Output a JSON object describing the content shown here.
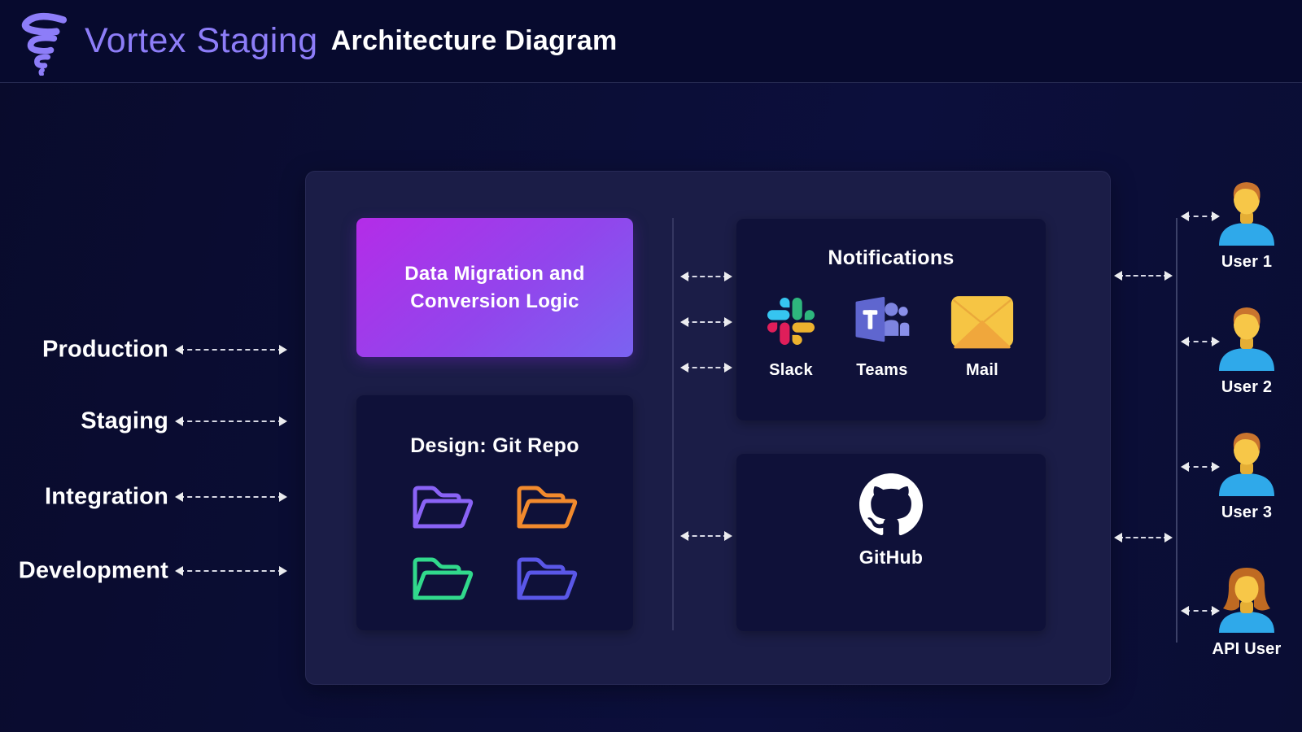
{
  "header": {
    "brand": "Vortex Staging",
    "title": "Architecture Diagram"
  },
  "environments": [
    {
      "label": "Production"
    },
    {
      "label": "Staging"
    },
    {
      "label": "Integration"
    },
    {
      "label": "Development"
    }
  ],
  "diagram": {
    "data_migration": {
      "label": "Data Migration and Conversion Logic"
    },
    "git_repo": {
      "title": "Design: Git Repo",
      "folders": [
        {
          "name": "folder-purple",
          "color": "#8a63f6"
        },
        {
          "name": "folder-orange",
          "color": "#f28a2d"
        },
        {
          "name": "folder-green",
          "color": "#31d98c"
        },
        {
          "name": "folder-indigo",
          "color": "#5a57e8"
        }
      ]
    },
    "notifications": {
      "title": "Notifications",
      "services": [
        {
          "label": "Slack"
        },
        {
          "label": "Teams"
        },
        {
          "label": "Mail"
        }
      ]
    },
    "github": {
      "label": "GitHub"
    }
  },
  "users": [
    {
      "label": "User 1"
    },
    {
      "label": "User 2"
    },
    {
      "label": "User 3"
    },
    {
      "label": "API User"
    }
  ],
  "colors": {
    "brand_purple": "#8d7df8",
    "migration_gradient_start": "#b42ce8",
    "migration_gradient_end": "#7a63f1",
    "slack_blue": "#36C5F0",
    "slack_green": "#2EB67D",
    "slack_yellow": "#ECB22E",
    "slack_red": "#E01E5A",
    "teams_purple": "#5f66cf",
    "mail_yellow": "#f6c544",
    "mail_orange": "#f0a73c",
    "github_mark": "#ffffff"
  }
}
